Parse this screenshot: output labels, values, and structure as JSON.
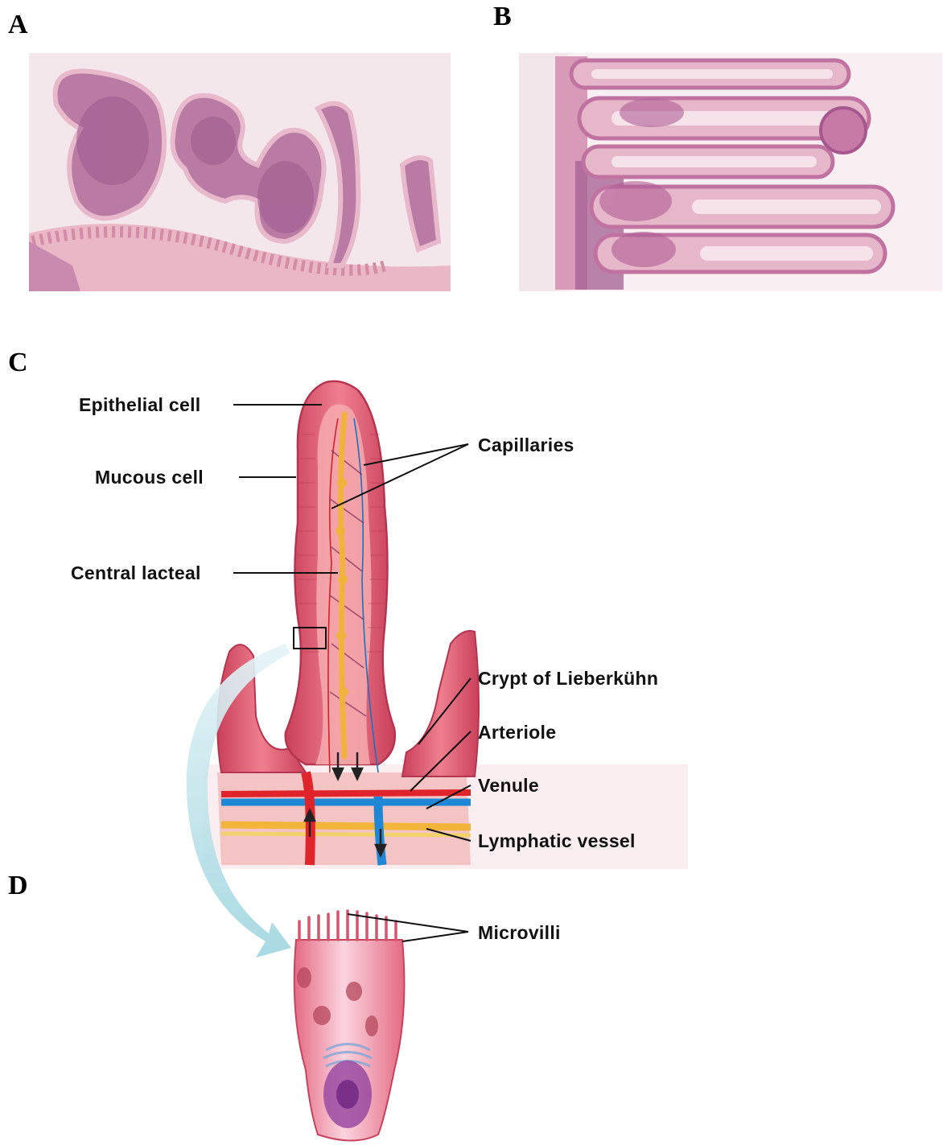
{
  "panels": {
    "a": "A",
    "b": "B",
    "c": "C",
    "d": "D"
  },
  "labels": {
    "epithelial_cell": "Epithelial cell",
    "mucous_cell": "Mucous cell",
    "central_lacteal": "Central lacteal",
    "capillaries": "Capillaries",
    "crypt": "Crypt of Lieberkühn",
    "arteriole": "Arteriole",
    "venule": "Venule",
    "lymphatic_vessel": "Lymphatic vessel",
    "microvilli": "Microvilli"
  },
  "colors": {
    "tissue_pink": "#e9a3b8",
    "tissue_dark": "#a35a8e",
    "villus_red": "#d9566a",
    "artery_red": "#e0242b",
    "vein_blue": "#1e88d6",
    "lymph_yellow": "#f2b53a",
    "arrow_teal": "#8fd0dc"
  }
}
